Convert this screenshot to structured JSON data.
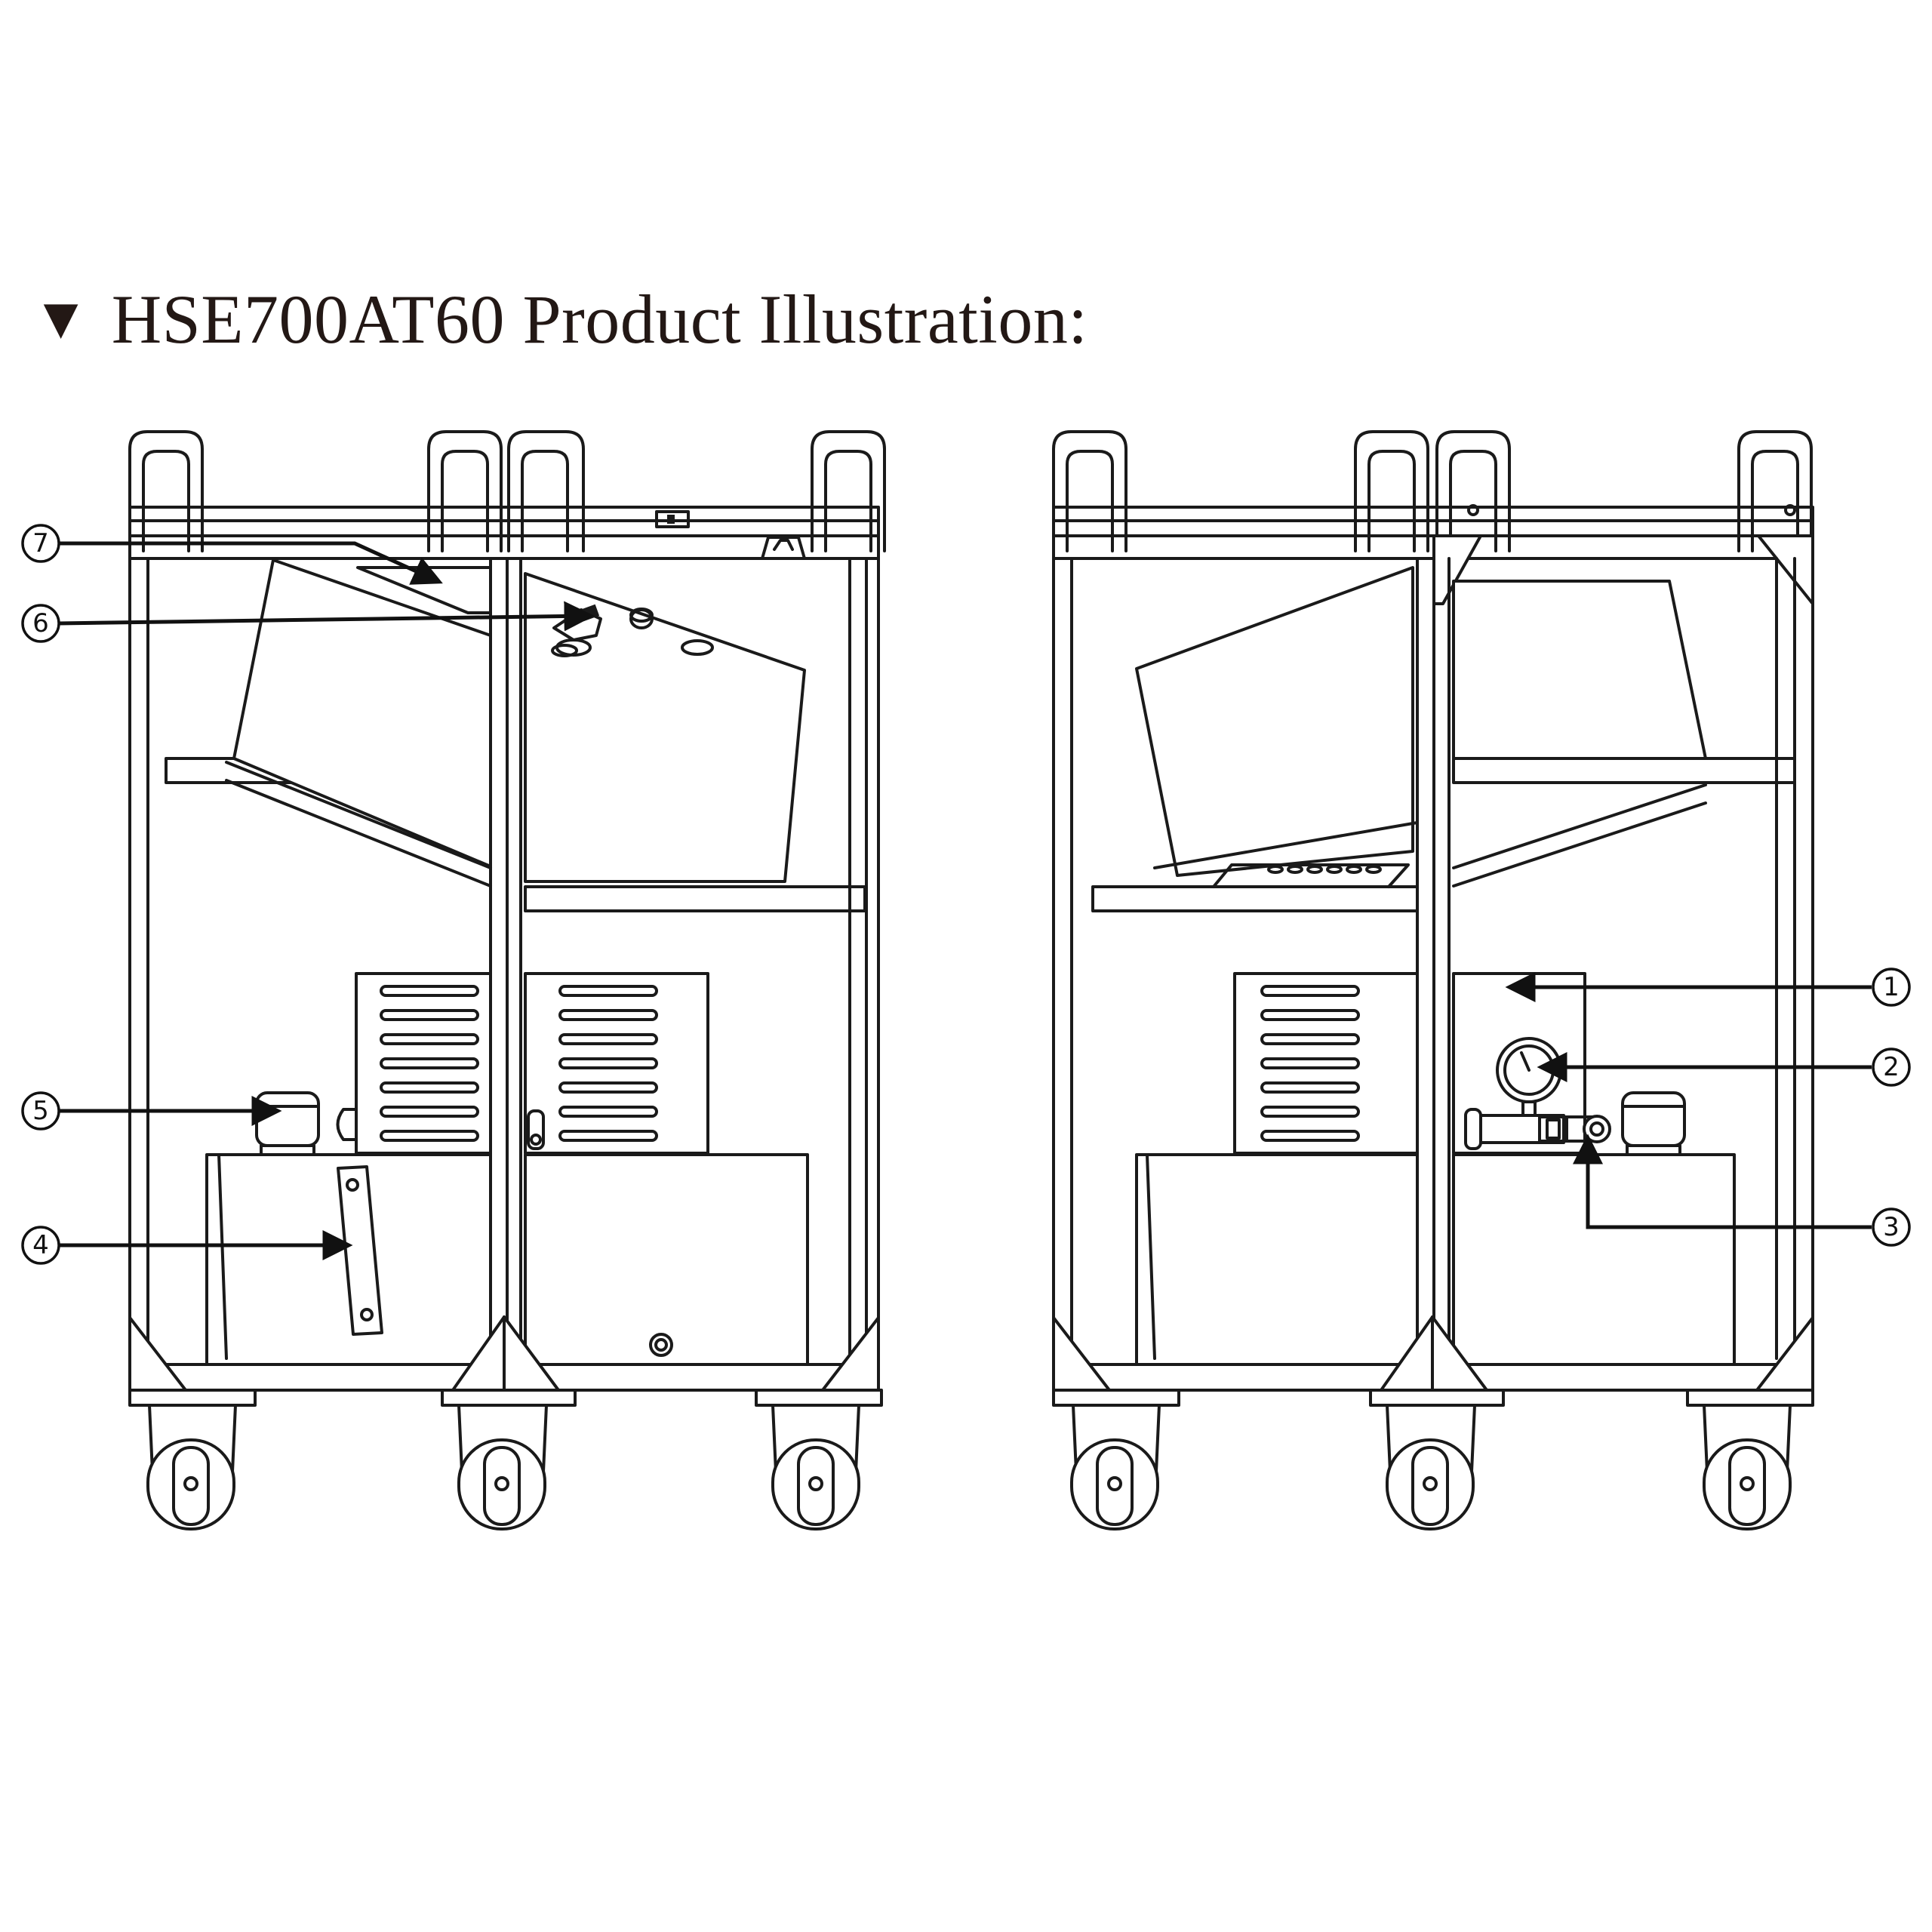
{
  "title": {
    "marker": "▼",
    "text": "HSE700AT60 Product Illustration:"
  },
  "callouts": {
    "c1": "1",
    "c2": "2",
    "c3": "3",
    "c4": "4",
    "c5": "5",
    "c6": "6",
    "c7": "7"
  }
}
